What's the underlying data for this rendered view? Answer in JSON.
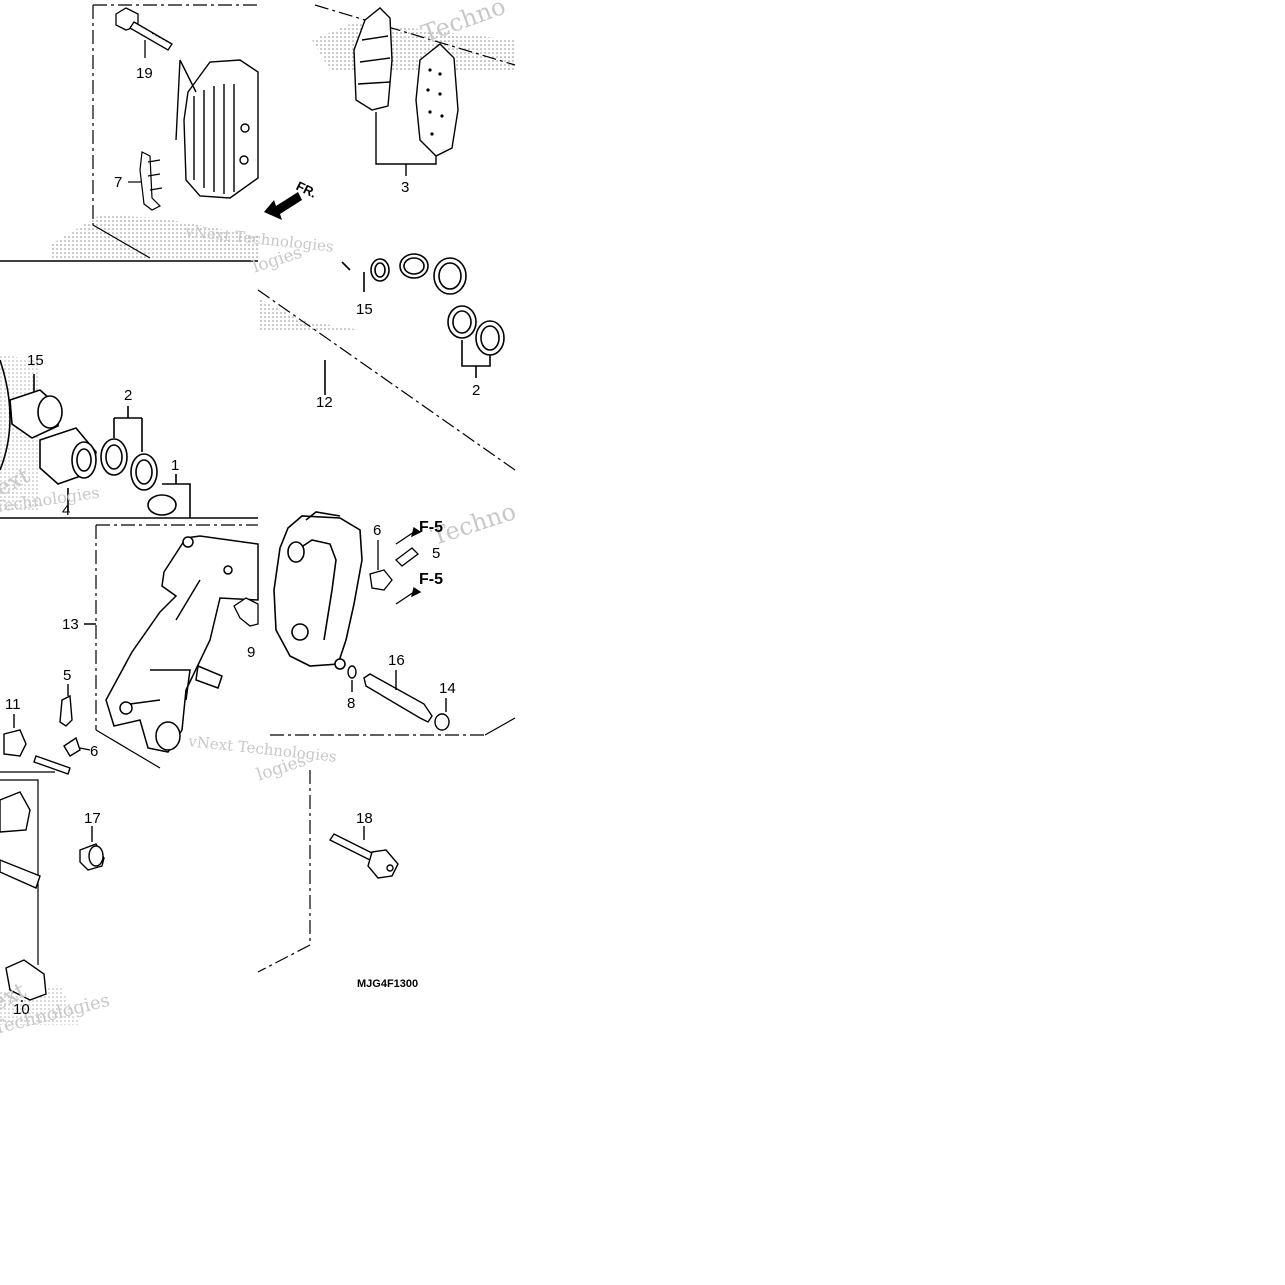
{
  "labels": {
    "l19": "19",
    "l7": "7",
    "l3": "3",
    "l15a": "15",
    "l15b": "15",
    "l2a": "2",
    "l2b": "2",
    "l1": "1",
    "l12": "12",
    "l13": "13",
    "l6a": "6",
    "l5a": "5",
    "l6b": "6",
    "l5b": "5",
    "l11": "11",
    "l9": "9",
    "l16": "16",
    "l8": "8",
    "l14": "14",
    "l17": "17",
    "l18": "18",
    "l10": "10",
    "l4": "4"
  },
  "fluid_refs": {
    "f5a": "F-5",
    "f5b": "F-5"
  },
  "direction_arrow": {
    "text": "FR."
  },
  "diagram_code": "MJG4F1300",
  "watermark": {
    "brand": "vNext Technologies",
    "parts": {
      "next": "vNext",
      "technologies": "Technologies",
      "tech": "Techno",
      "tec": "Tec",
      "logies": "logies",
      "ext": "ext"
    }
  },
  "colors": {
    "ink": "#000000",
    "halftone": "#9a9a9a",
    "watermark": "#c8c8c8",
    "background": "#ffffff"
  }
}
